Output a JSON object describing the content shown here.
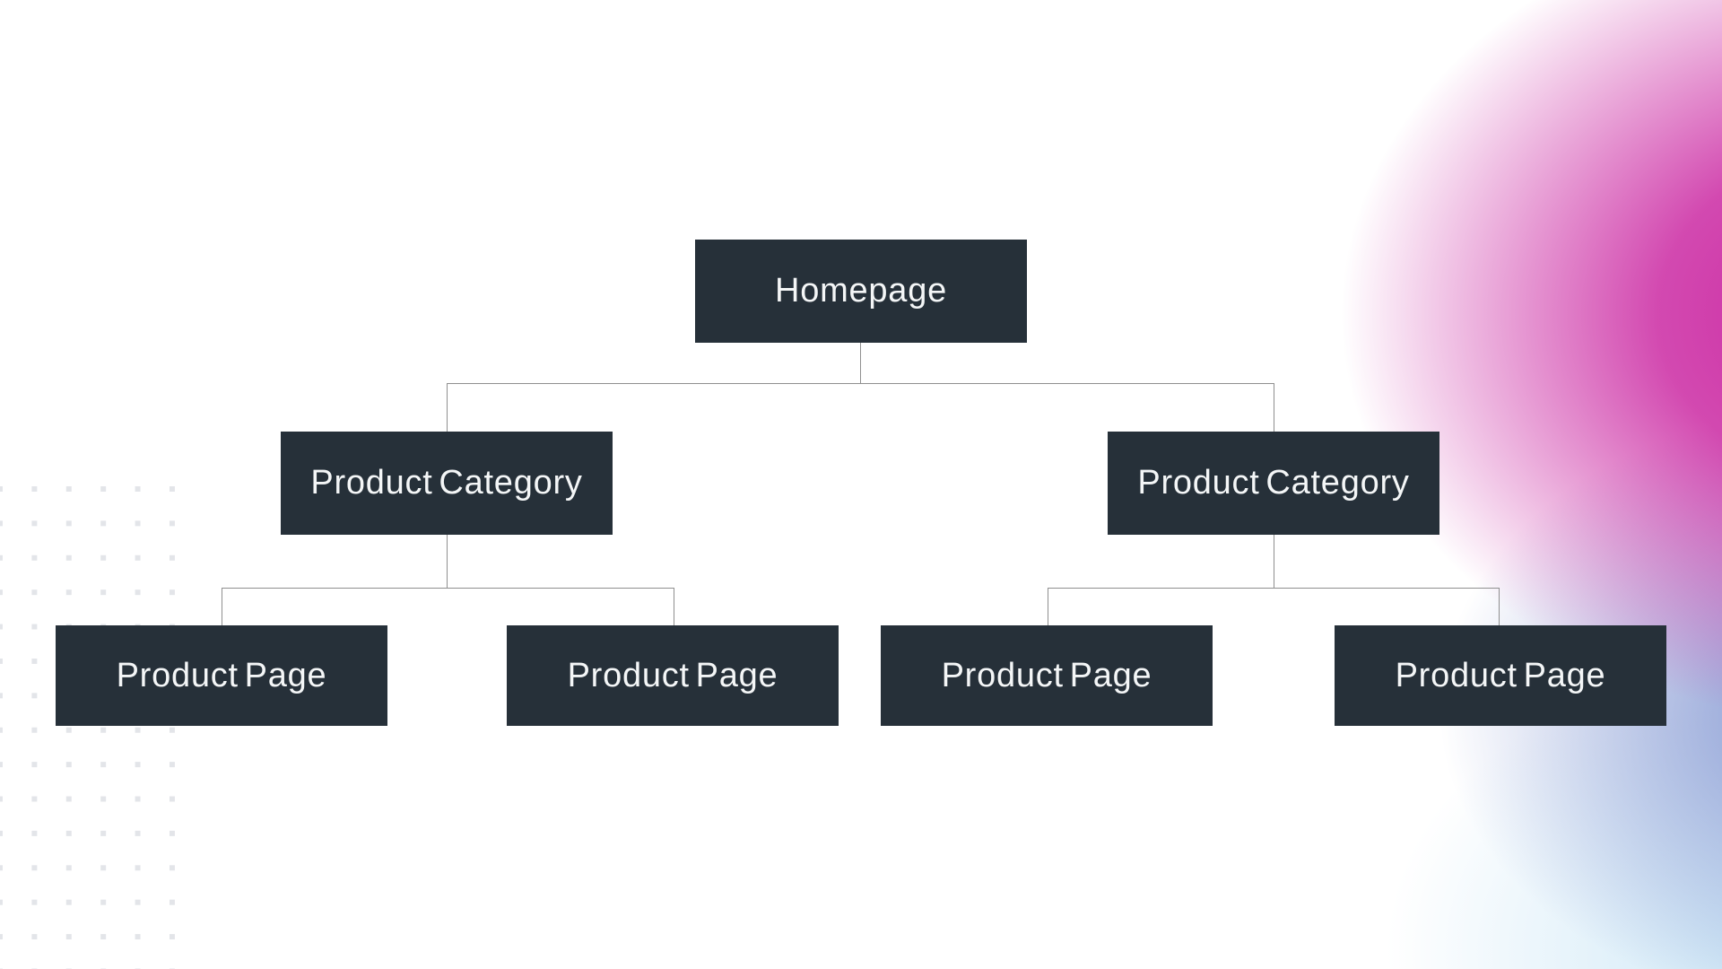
{
  "colors": {
    "node_fill": "#263039",
    "node_text": "#f4f6f7",
    "connector": "#8f8f8f",
    "dot": "#e3e5e9",
    "gradient_magenta": "#c9219f",
    "gradient_periwinkle": "#788ccd",
    "gradient_lightblue": "#cde7f6",
    "background": "#ffffff"
  },
  "diagram": {
    "type": "sitemap-tree",
    "root": {
      "label": "Homepage"
    },
    "level2": [
      {
        "label": "Product Category"
      },
      {
        "label": "Product Category"
      }
    ],
    "level3": [
      {
        "label": "Product Page"
      },
      {
        "label": "Product Page"
      },
      {
        "label": "Product Page"
      },
      {
        "label": "Product Page"
      }
    ],
    "edges": [
      {
        "from": "root",
        "to": "level2.0"
      },
      {
        "from": "root",
        "to": "level2.1"
      },
      {
        "from": "level2.0",
        "to": "level3.0"
      },
      {
        "from": "level2.0",
        "to": "level3.1"
      },
      {
        "from": "level2.1",
        "to": "level3.2"
      },
      {
        "from": "level2.1",
        "to": "level3.3"
      }
    ]
  }
}
